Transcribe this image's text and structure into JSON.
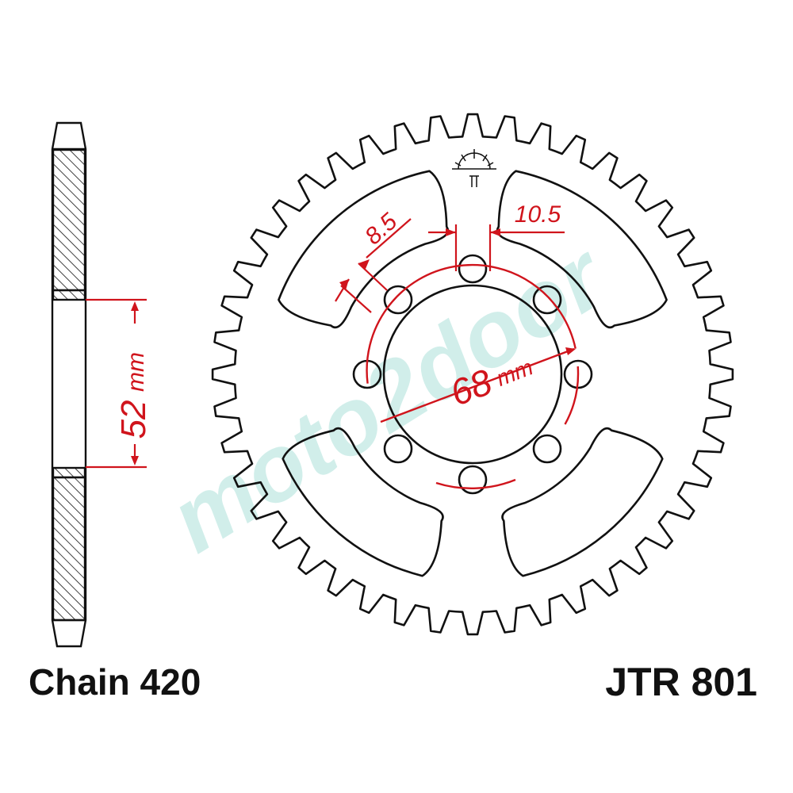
{
  "chain_label": "Chain 420",
  "part_number": "JTR 801",
  "watermark": "moto2door",
  "dimensions": {
    "width_value": "52",
    "width_unit": "mm",
    "bolt_circle_value": "68",
    "bolt_circle_unit": "mm",
    "bolt_hole": "8.5",
    "center_bore_gap": "10.5"
  },
  "colors": {
    "outline": "#111111",
    "dimension": "#d0141c",
    "watermark": "#c9ece7"
  }
}
